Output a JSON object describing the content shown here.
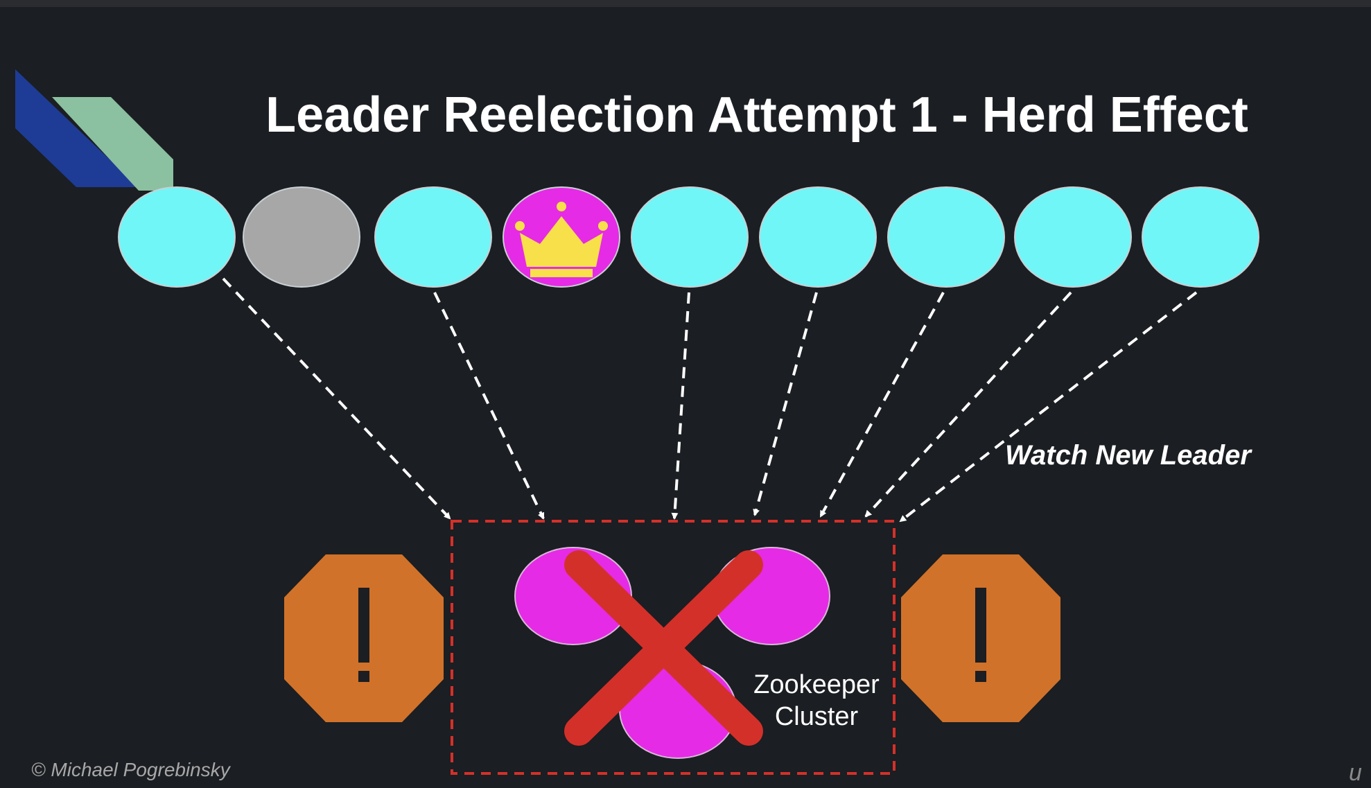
{
  "slide": {
    "title": "Leader Reelection Attempt 1 - Herd Effect",
    "watch_label": "Watch New Leader",
    "cluster_label_line1": "Zookeeper",
    "cluster_label_line2": "Cluster",
    "credit": "© Michael Pogrebinsky",
    "watermark": "u"
  },
  "nodes": [
    {
      "id": "node-1",
      "state": "follower",
      "watching": true
    },
    {
      "id": "node-2",
      "state": "failed",
      "watching": false
    },
    {
      "id": "node-3",
      "state": "follower",
      "watching": true
    },
    {
      "id": "node-4",
      "state": "leader",
      "icon": "crown-icon",
      "watching": false
    },
    {
      "id": "node-5",
      "state": "follower",
      "watching": true
    },
    {
      "id": "node-6",
      "state": "follower",
      "watching": true
    },
    {
      "id": "node-7",
      "state": "follower",
      "watching": true
    },
    {
      "id": "node-8",
      "state": "follower",
      "watching": true
    },
    {
      "id": "node-9",
      "state": "follower",
      "watching": true
    }
  ],
  "colors": {
    "background": "#1b1e22",
    "follower": "#70f6f7",
    "failed": "#a7a7a7",
    "leader": "#e52be5",
    "crown": "#f7e04a",
    "zookeeper": "#e52be5",
    "cross": "#d4302a",
    "warning": "#d1722a",
    "cluster_border": "#d4302a",
    "logo_blue": "#1e3c96",
    "logo_green": "#8bc0a0"
  },
  "icons": {
    "warning_left": "exclamation-warning-icon",
    "warning_right": "exclamation-warning-icon",
    "cross": "cross-icon",
    "logo": "logo-icon"
  }
}
